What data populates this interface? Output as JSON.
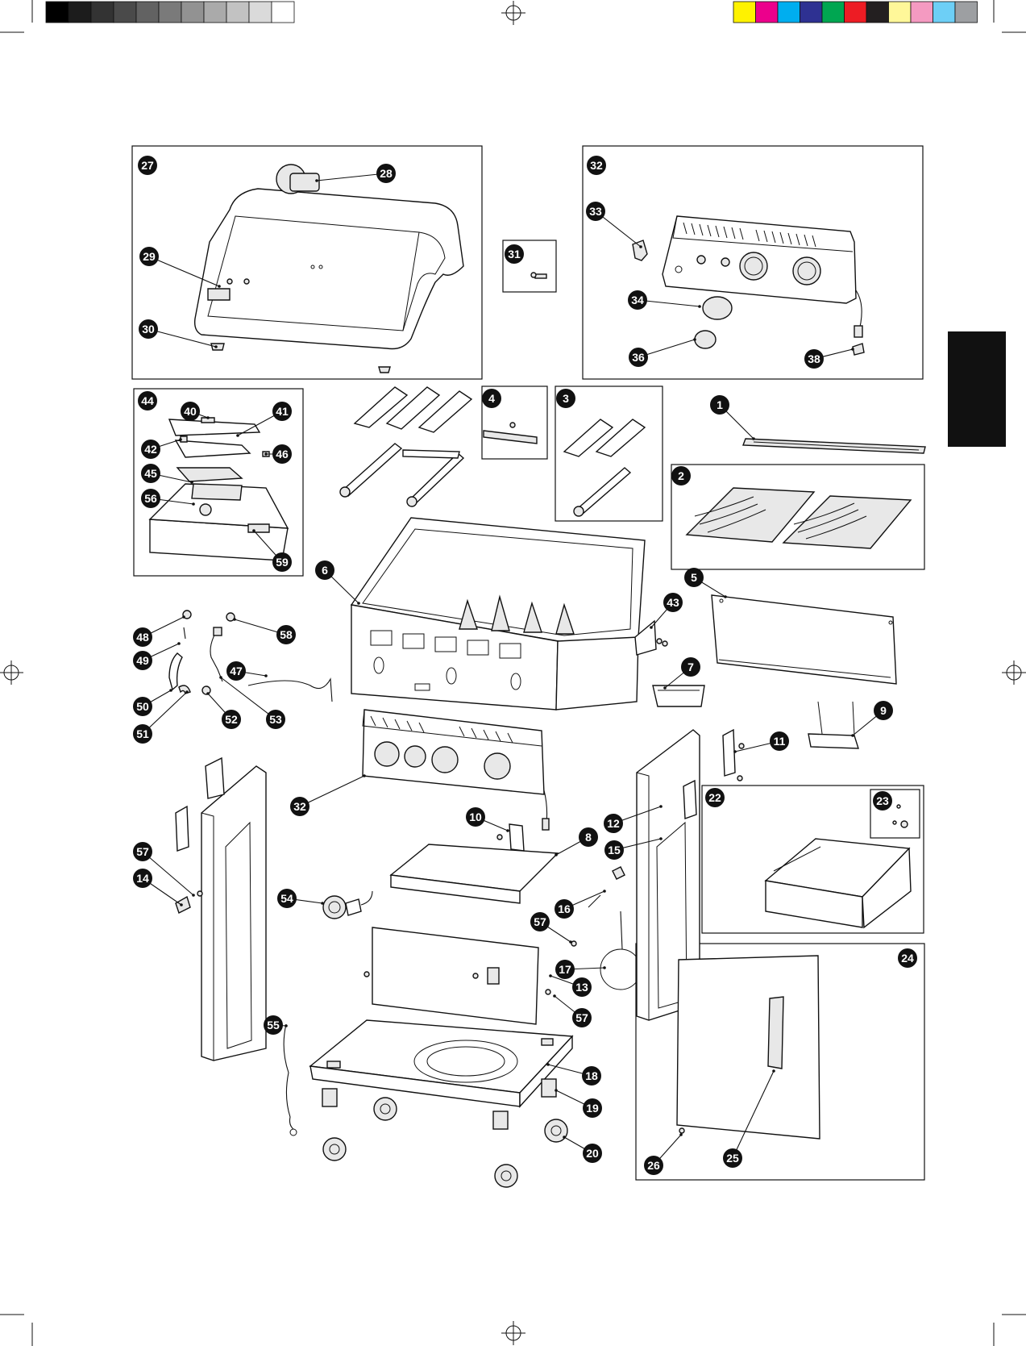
{
  "colors": {
    "grayscale_bar": [
      "#000000",
      "#1c1c1c",
      "#333333",
      "#4a4a4a",
      "#626262",
      "#7a7a7a",
      "#929292",
      "#aaaaaa",
      "#c2c2c2",
      "#dadada",
      "#ffffff"
    ],
    "color_bar": [
      "#fff200",
      "#ec008c",
      "#00aeef",
      "#2e3192",
      "#00a651",
      "#ed1c24",
      "#231f20",
      "#fff799",
      "#f49ac1",
      "#6dcff6",
      "#9d9fa2"
    ],
    "ink": "#111111",
    "tab": "#111111"
  },
  "callouts": [
    {
      "id": "c27",
      "label": "27"
    },
    {
      "id": "c28",
      "label": "28"
    },
    {
      "id": "c29",
      "label": "29"
    },
    {
      "id": "c30",
      "label": "30"
    },
    {
      "id": "c31",
      "label": "31"
    },
    {
      "id": "c32a",
      "label": "32"
    },
    {
      "id": "c33",
      "label": "33"
    },
    {
      "id": "c34",
      "label": "34"
    },
    {
      "id": "c36",
      "label": "36"
    },
    {
      "id": "c38",
      "label": "38"
    },
    {
      "id": "c44",
      "label": "44"
    },
    {
      "id": "c40",
      "label": "40"
    },
    {
      "id": "c41",
      "label": "41"
    },
    {
      "id": "c42",
      "label": "42"
    },
    {
      "id": "c46",
      "label": "46"
    },
    {
      "id": "c45",
      "label": "45"
    },
    {
      "id": "c56",
      "label": "56"
    },
    {
      "id": "c59",
      "label": "59"
    },
    {
      "id": "c4",
      "label": "4"
    },
    {
      "id": "c3",
      "label": "3"
    },
    {
      "id": "c1",
      "label": "1"
    },
    {
      "id": "c2",
      "label": "2"
    },
    {
      "id": "c6",
      "label": "6"
    },
    {
      "id": "c5",
      "label": "5"
    },
    {
      "id": "c43",
      "label": "43"
    },
    {
      "id": "c7",
      "label": "7"
    },
    {
      "id": "c9",
      "label": "9"
    },
    {
      "id": "c48",
      "label": "48"
    },
    {
      "id": "c58",
      "label": "58"
    },
    {
      "id": "c49",
      "label": "49"
    },
    {
      "id": "c47",
      "label": "47"
    },
    {
      "id": "c50",
      "label": "50"
    },
    {
      "id": "c52",
      "label": "52"
    },
    {
      "id": "c53",
      "label": "53"
    },
    {
      "id": "c51",
      "label": "51"
    },
    {
      "id": "c11",
      "label": "11"
    },
    {
      "id": "c22",
      "label": "22"
    },
    {
      "id": "c23",
      "label": "23"
    },
    {
      "id": "c32b",
      "label": "32"
    },
    {
      "id": "c10",
      "label": "10"
    },
    {
      "id": "c8",
      "label": "8"
    },
    {
      "id": "c12",
      "label": "12"
    },
    {
      "id": "c15",
      "label": "15"
    },
    {
      "id": "c57a",
      "label": "57"
    },
    {
      "id": "c14",
      "label": "14"
    },
    {
      "id": "c54",
      "label": "54"
    },
    {
      "id": "c16",
      "label": "16"
    },
    {
      "id": "c57b",
      "label": "57"
    },
    {
      "id": "c24",
      "label": "24"
    },
    {
      "id": "c17",
      "label": "17"
    },
    {
      "id": "c13",
      "label": "13"
    },
    {
      "id": "c57c",
      "label": "57"
    },
    {
      "id": "c55",
      "label": "55"
    },
    {
      "id": "c18",
      "label": "18"
    },
    {
      "id": "c19",
      "label": "19"
    },
    {
      "id": "c20",
      "label": "20"
    },
    {
      "id": "c26",
      "label": "26"
    },
    {
      "id": "c25",
      "label": "25"
    }
  ]
}
